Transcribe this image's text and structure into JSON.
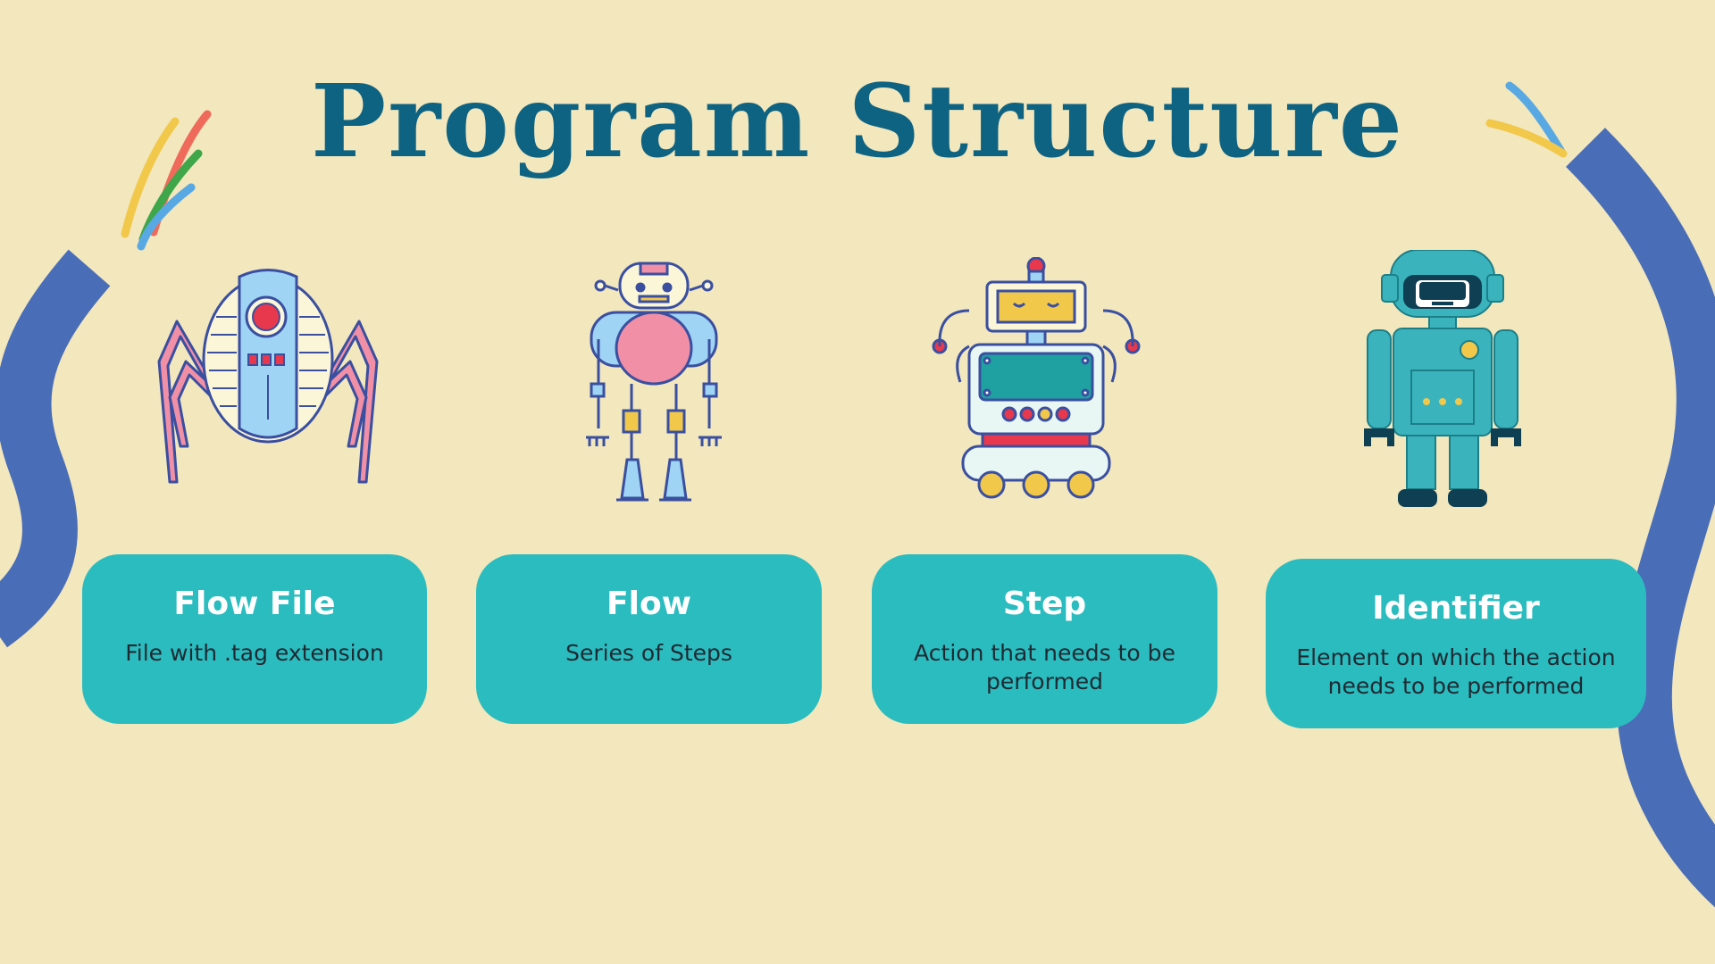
{
  "slide": {
    "title": "Program Structure",
    "colors": {
      "background": "#f2e7bd",
      "title": "#0f6382",
      "card": "#2bbcbf",
      "card_text": "#ffffff",
      "card_desc_text": "#1f2a33",
      "cable": "#4a6db8"
    }
  },
  "cards": [
    {
      "title": "Flow File",
      "description": "File with .tag extension",
      "icon": "spider-robot-icon"
    },
    {
      "title": "Flow",
      "description": "Series of Steps",
      "icon": "humanoid-robot-icon"
    },
    {
      "title": "Step",
      "description": "Action that needs to be performed",
      "icon": "wheeled-robot-icon"
    },
    {
      "title": "Identifier",
      "description": "Element on which the action needs to be performed",
      "icon": "teal-robot-icon"
    }
  ]
}
